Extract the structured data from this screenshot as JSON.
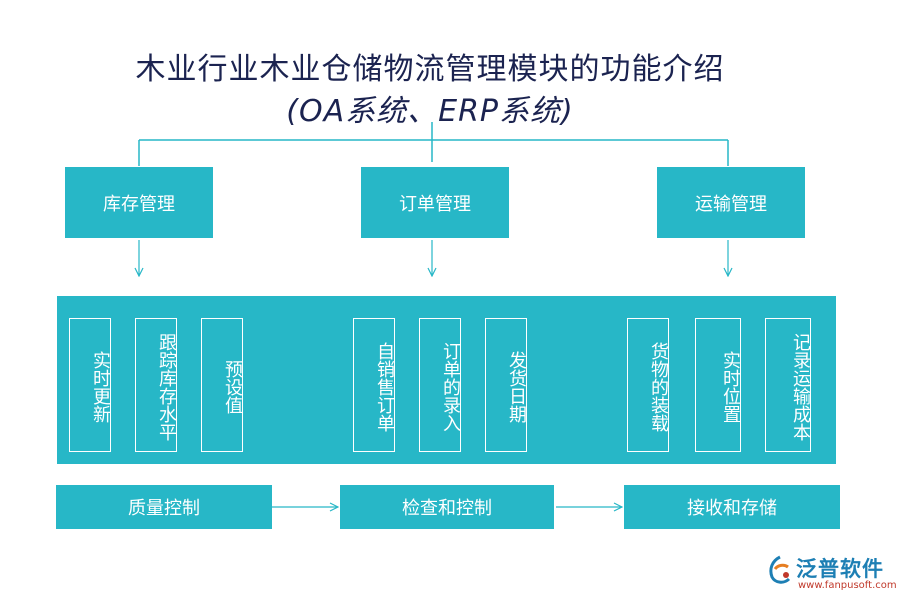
{
  "title": {
    "line1": "木业行业木业仓储物流管理模块的功能介绍",
    "line2": "(OA系统、ERP系统)"
  },
  "top_boxes": [
    {
      "label": "库存管理"
    },
    {
      "label": "订单管理"
    },
    {
      "label": "运输管理"
    }
  ],
  "sub_items": [
    {
      "label": "实时更新"
    },
    {
      "label": "跟踪库存水平"
    },
    {
      "label": "预设值"
    },
    {
      "label": "自销售订单"
    },
    {
      "label": "订单的录入"
    },
    {
      "label": "发货日期"
    },
    {
      "label": "货物的装载"
    },
    {
      "label": "实时位置"
    },
    {
      "label": "记录运输成本"
    }
  ],
  "bottom_boxes": [
    {
      "label": "质量控制"
    },
    {
      "label": "检查和控制"
    },
    {
      "label": "接收和存储"
    }
  ],
  "logo": {
    "name": "泛普软件",
    "url": "www.fanpusoft.com"
  },
  "colors": {
    "box": "#27b7c7",
    "title": "#1b2350",
    "connector": "#27b7c7"
  }
}
